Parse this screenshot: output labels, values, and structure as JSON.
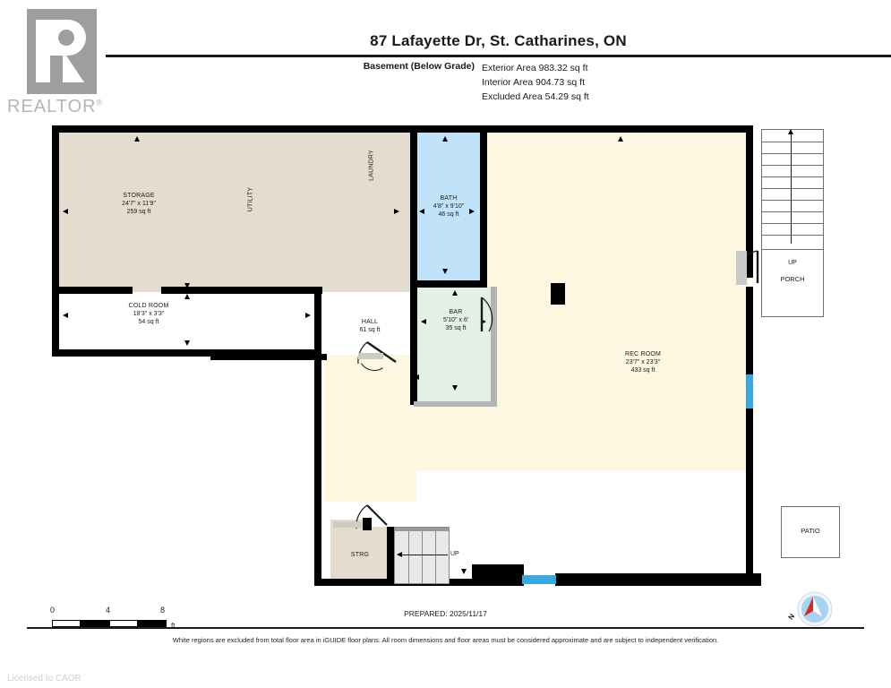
{
  "header": {
    "logo_text": "REALTOR",
    "logo_sup": "®",
    "title": "87 Lafayette Dr, St. Catharines, ON",
    "level_label": "Basement (Below Grade)",
    "areas": [
      "Exterior Area 983.32 sq ft",
      "Interior Area 904.73 sq ft",
      "Excluded Area 54.29 sq ft"
    ]
  },
  "rooms": {
    "storage": {
      "name": "STORAGE",
      "dims": "24'7\" x 11'9\"",
      "area": "259 sq ft"
    },
    "utility": {
      "name": "UTILITY"
    },
    "laundry": {
      "name": "LAUNDRY"
    },
    "cold_room": {
      "name": "COLD ROOM",
      "dims": "18'3\" x 3'3\"",
      "area": "54 sq ft"
    },
    "bath": {
      "name": "BATH",
      "dims": "4'8\" x 9'10\"",
      "area": "46 sq ft"
    },
    "hall": {
      "name": "HALL",
      "area": "61 sq ft"
    },
    "bar": {
      "name": "BAR",
      "dims": "5'10\" x 6'",
      "area": "35 sq ft"
    },
    "rec_room": {
      "name": "REC ROOM",
      "dims": "23'7\" x 23'3\"",
      "area": "433 sq ft"
    },
    "strg": {
      "name": "STRG"
    },
    "patio": {
      "name": "PATIO"
    },
    "porch": {
      "name": "PORCH"
    }
  },
  "stairs": {
    "interior_label": "UP",
    "exterior_label": "UP",
    "interior_treads": 4,
    "exterior_treads": 10
  },
  "scale": {
    "ticks": [
      "0",
      "4",
      "8"
    ],
    "unit": "ft"
  },
  "compass": {
    "north_label": "N"
  },
  "footer": {
    "prepared": "PREPARED: 2025/11/17",
    "disclaimer": "White regions are excluded from total floor area in iGUIDE floor plans. All room dimensions and floor areas must be considered approximate and are subject to independent verification.",
    "licensed": "Licensed to CAOR"
  },
  "colors": {
    "wall": "#000000",
    "storage_fill": "#E4DCCF",
    "rec_fill": "#FDF6E0",
    "bath_fill": "#C0E3FA",
    "bar_fill": "#E2F0E8",
    "excluded_fill": "#FFFFFF",
    "window": "#3AA8E0",
    "stair_grey": "#E8E8E8",
    "logo_grey": "#9E9E9E",
    "compass_blue": "#A8D4F0",
    "compass_red": "#D42A2A"
  }
}
